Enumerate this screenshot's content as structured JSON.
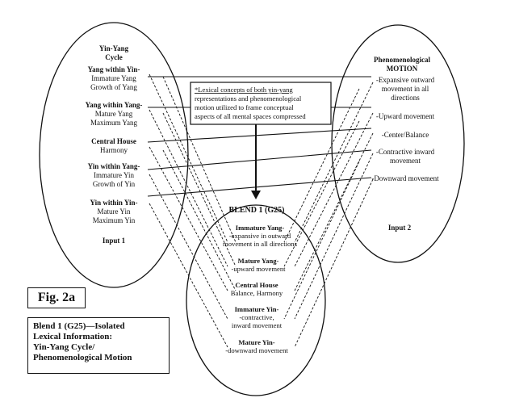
{
  "input1": {
    "title": [
      "Yin-Yang",
      "Cycle"
    ],
    "groups": [
      {
        "head": "Yang within Yin-",
        "lines": [
          "Immature Yang",
          "Growth of Yang"
        ]
      },
      {
        "head": "Yang within Yang-",
        "lines": [
          "Mature Yang",
          "Maximum Yang"
        ]
      },
      {
        "head": "Central House",
        "lines": [
          "Harmony"
        ]
      },
      {
        "head": "Yin within Yang-",
        "lines": [
          "Immature Yin",
          "Growth of Yin"
        ]
      },
      {
        "head": "Yin within Yin-",
        "lines": [
          "Mature Yin",
          "Maximum Yin"
        ]
      }
    ],
    "label": "Input 1"
  },
  "input2": {
    "title": [
      "Phenomenological",
      "MOTION"
    ],
    "items": [
      [
        "-Expansive outward",
        "movement in all",
        "directions"
      ],
      [
        "-Upward movement"
      ],
      [
        "-Center/Balance"
      ],
      [
        "-Contractive inward",
        "movement"
      ],
      [
        "-Downward movement"
      ]
    ],
    "label": "Input 2"
  },
  "note": {
    "lines": [
      "*Lexical concepts of both yin-yang",
      "representations and phenomenological",
      "motion utilized to frame conceptual",
      "aspects of all mental spaces compressed"
    ]
  },
  "blend": {
    "title": "BLEND 1 (G25)",
    "groups": [
      {
        "head": "Immature Yang-",
        "lines": [
          "-expansive in outward",
          "movement in all directions"
        ]
      },
      {
        "head": "Mature Yang-",
        "lines": [
          "-upward movement"
        ]
      },
      {
        "head": "Central House",
        "lines": [
          "Balance, Harmony"
        ]
      },
      {
        "head": "Immature Yin-",
        "lines": [
          "-contractive,",
          "inward movement"
        ]
      },
      {
        "head": "Mature Yin-",
        "lines": [
          "-downward movement"
        ]
      }
    ]
  },
  "fig_label": "Fig. 2a",
  "caption": [
    "Blend 1 (G25)—Isolated",
    "Lexical Information:",
    "Yin-Yang Cycle/",
    "Phenomenological Motion"
  ]
}
